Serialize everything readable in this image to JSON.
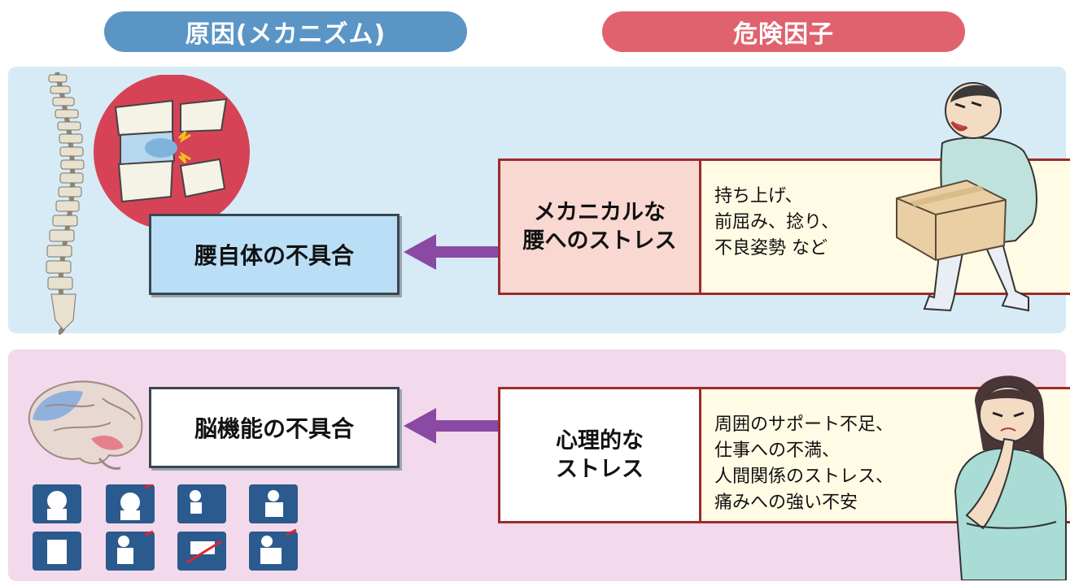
{
  "header": {
    "cause_label": "原因(メカニズム)",
    "risk_label": "危険因子"
  },
  "mechanical": {
    "cause_box": "腰自体の不具合",
    "risk_label": "メカニカルな\n腰へのストレス",
    "risk_details": [
      "持ち上げ、",
      "前屈み、捻り、",
      "不良姿勢 など"
    ]
  },
  "psychological": {
    "cause_box": "脳機能の不具合",
    "risk_label": "心理的な\nストレス",
    "risk_details": [
      "周囲のサポート不足、",
      "仕事への不満、",
      "人間関係のストレス、",
      "痛みへの強い不安"
    ]
  },
  "icons": [
    "spine-illustration",
    "disc-compression-icon",
    "brain-illustration",
    "man-lifting-box-illustration",
    "worried-woman-illustration",
    "pain-pictogram-grid"
  ],
  "colors": {
    "cause_pill": "#5a95c6",
    "risk_pill": "#e0626f",
    "arrow": "#8a4aa3",
    "mech_panel": "#d6ebf6",
    "psy_panel": "#f3d9ec"
  }
}
